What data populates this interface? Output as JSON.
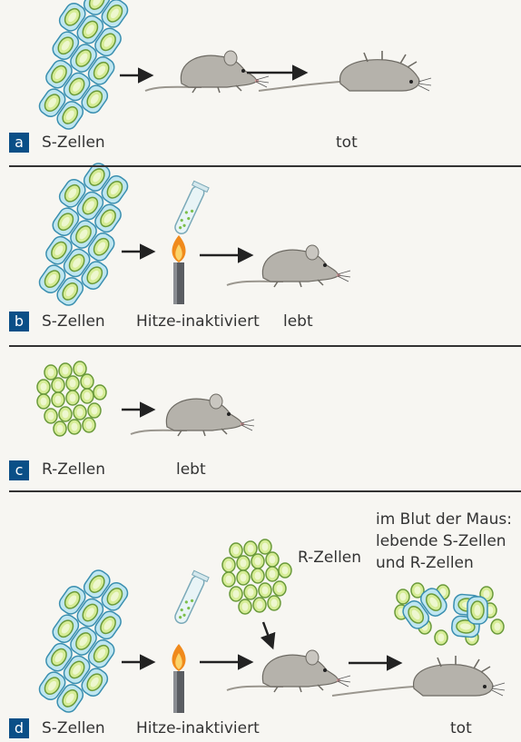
{
  "panels": [
    {
      "letter": "a",
      "labels": {
        "cells": "S-Zellen",
        "outcome": "tot"
      }
    },
    {
      "letter": "b",
      "labels": {
        "cells": "S-Zellen",
        "treatment": "Hitze-inaktiviert",
        "outcome": "lebt"
      }
    },
    {
      "letter": "c",
      "labels": {
        "cells": "R-Zellen",
        "outcome": "lebt"
      }
    },
    {
      "letter": "d",
      "labels": {
        "cells": "S-Zellen",
        "treatment": "Hitze-inaktiviert",
        "rcells": "R-Zellen",
        "outcome": "tot",
        "blood_line1": "im Blut der Maus:",
        "blood_line2": "lebende S-Zellen",
        "blood_line3": "und R-Zellen"
      }
    }
  ],
  "colors": {
    "badge": "#0a4f87",
    "capsule_fill": "#bfe6f0",
    "capsule_stroke": "#3a8fb0",
    "cell_fill": "#d6ec96",
    "cell_stroke": "#6a9a3a",
    "mouse": "#b5b2ab",
    "flame": "#f08a1c"
  },
  "icons": [
    "s-cell-cluster-icon",
    "r-cell-cluster-icon",
    "mouse-icon",
    "dead-mouse-icon",
    "test-tube-icon",
    "bunsen-burner-icon",
    "arrow-icon"
  ]
}
